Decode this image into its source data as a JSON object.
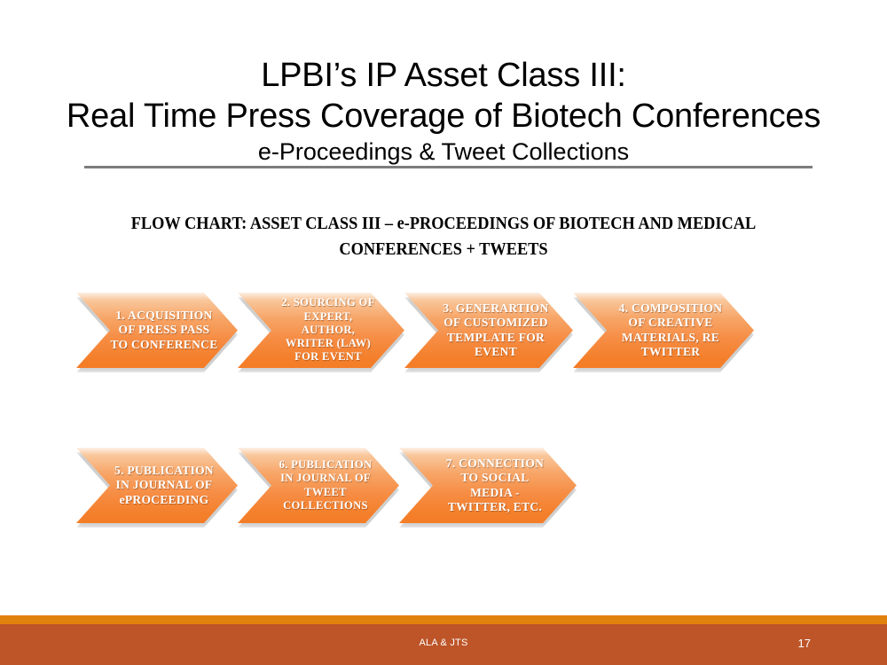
{
  "slide": {
    "title_line_1": "LPBI’s IP Asset Class III:",
    "title_line_2": "Real Time Press Coverage of Biotech Conferences",
    "title_line_3": "e-Proceedings & Tweet Collections",
    "flowchart_heading": "FLOW CHART: ASSET CLASS III – e-PROCEEDINGS OF BIOTECH AND MEDICAL CONFERENCES + TWEETS"
  },
  "flowchart": {
    "row1": [
      {
        "id": 1,
        "label": "1. ACQUISITION\nOF PRESS PASS\nTO CONFERENCE"
      },
      {
        "id": 2,
        "label": "2. SOURCING OF\nEXPERT,\nAUTHOR,\nWRITER (LAW)\nFOR EVENT"
      },
      {
        "id": 3,
        "label": "3. GENERARTION\nOF CUSTOMIZED\nTEMPLATE FOR\nEVENT"
      },
      {
        "id": 4,
        "label": "4. COMPOSITION\nOF CREATIVE\nMATERIALS,  RE\nTWITTER"
      }
    ],
    "row2": [
      {
        "id": 5,
        "label": "5. PUBLICATION\nIN JOURNAL OF\nePROCEEDING"
      },
      {
        "id": 6,
        "label": "6. PUBLICATION\nIN JOURNAL OF\nTWEET\nCOLLECTIONS"
      },
      {
        "id": 7,
        "label": "7. CONNECTION\nTO SOCIAL\nMEDIA -\nTWITTER, ETC."
      }
    ]
  },
  "footer": {
    "center_text": "ALA & JTS",
    "page_number": "17"
  },
  "colors": {
    "chevron_top": "#fdf0e6",
    "chevron_bottom": "#f47d27",
    "footer_accent": "#e2820e",
    "footer_bar": "#bd5529",
    "title_rule": "#7d7d7d",
    "text_dark": "#000000",
    "text_light": "#ffffff"
  }
}
